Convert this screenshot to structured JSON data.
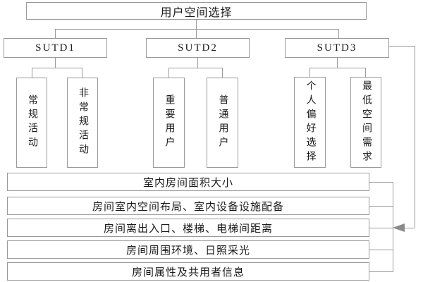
{
  "diagram": {
    "root": {
      "label": "用户空间选择"
    },
    "groups": [
      {
        "label": "SUTD1",
        "children": [
          "常规活动",
          "非常规活动"
        ]
      },
      {
        "label": "SUTD2",
        "children": [
          "重要用户",
          "普通用户"
        ]
      },
      {
        "label": "SUTD3",
        "children": [
          "个人偏好选择",
          "最低空间需求"
        ]
      }
    ],
    "criteria": [
      "室内房间面积大小",
      "房间室内空间布局、室内设备设施配备",
      "房间离出入口、楼梯、电梯间距离",
      "房间周围环境、日照采光",
      "房间属性及共用者信息"
    ],
    "connector": {
      "arrow_direction": "left",
      "from": "SUTD3",
      "to": "criteria-list"
    }
  },
  "colors": {
    "line": "#9a9a9a",
    "border": "#9a9a9a",
    "text": "#1a1a1a",
    "background": "#ffffff",
    "arrow": "#8a8a8a"
  }
}
